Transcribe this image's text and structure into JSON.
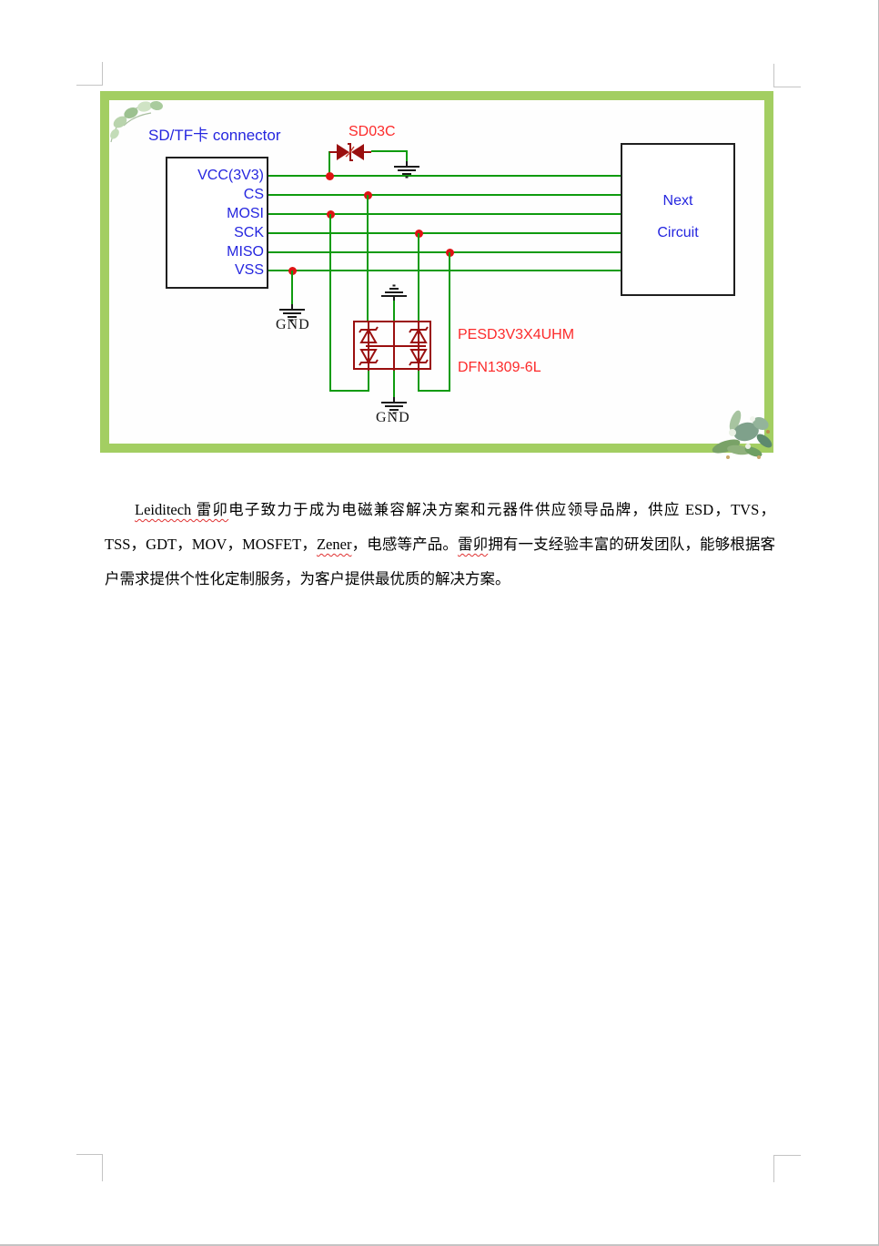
{
  "diagram": {
    "title": "SD/TF卡 connector",
    "connector": {
      "pins": [
        "VCC(3V3)",
        "CS",
        "MOSI",
        "SCK",
        "MISO",
        "VSS"
      ]
    },
    "next_circuit": {
      "line1": "Next",
      "line2": "Circuit"
    },
    "tvs_diode": {
      "label": "SD03C"
    },
    "esd_array": {
      "part_number": "PESD3V3X4UHM",
      "package": "DFN1309-6L"
    },
    "ground_labels": [
      "GND",
      "GND"
    ],
    "colors": {
      "frame_green": "#a3ce62",
      "wire_green": "#0f9b0f",
      "junction_red": "#dd1414",
      "component_maroon": "#9a0f0f",
      "label_red": "#fc2b2b",
      "label_blue": "#2526df"
    }
  },
  "paragraph": {
    "segments": [
      {
        "text": "Leiditech 雷卯",
        "misspelled": true
      },
      {
        "text": "电子致力于成为电磁兼容解决方案和元器件供应领导品牌，供应 ESD，TVS，TSS，GDT，MOV，MOSFET，",
        "misspelled": false
      },
      {
        "text": "Zener",
        "misspelled": true
      },
      {
        "text": "，电感等产品。",
        "misspelled": false
      },
      {
        "text": "雷卯",
        "misspelled": true
      },
      {
        "text": "拥有一支经验丰富的研发团队，能够根据客户需求提供个性化定制服务，为客户提供最优质的解决方案。",
        "misspelled": false
      }
    ]
  }
}
